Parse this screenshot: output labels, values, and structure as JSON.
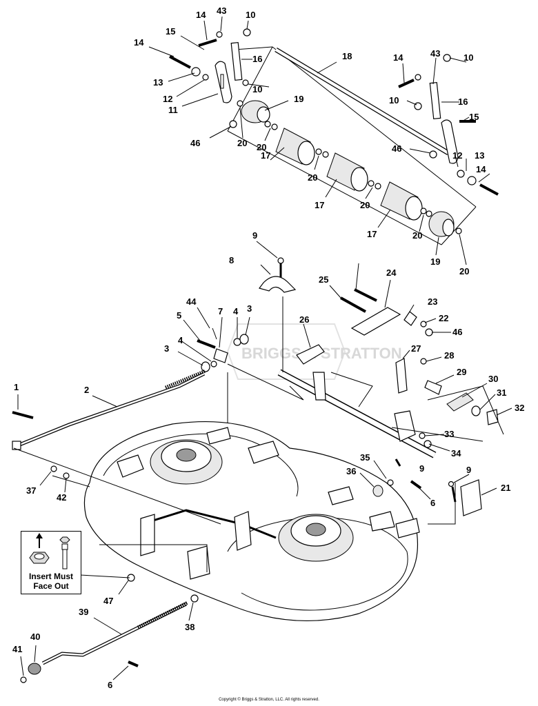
{
  "callouts": {
    "c1": "1",
    "c2": "2",
    "c3a": "3",
    "c3b": "3",
    "c4a": "4",
    "c4b": "4",
    "c5": "5",
    "c6a": "6",
    "c6b": "6",
    "c7": "7",
    "c8": "8",
    "c9a": "9",
    "c9b": "9",
    "c9c": "9",
    "c10a": "10",
    "c10b": "10",
    "c10c": "10",
    "c10d": "10",
    "c11": "11",
    "c12a": "12",
    "c12b": "12",
    "c13a": "13",
    "c13b": "13",
    "c14a": "14",
    "c14b": "14",
    "c14c": "14",
    "c14d": "14",
    "c15a": "15",
    "c15b": "15",
    "c16a": "16",
    "c16b": "16",
    "c17a": "17",
    "c17b": "17",
    "c17c": "17",
    "c18": "18",
    "c19a": "19",
    "c19b": "19",
    "c20a": "20",
    "c20b": "20",
    "c20c": "20",
    "c20d": "20",
    "c20e": "20",
    "c20f": "20",
    "c21": "21",
    "c22": "22",
    "c23": "23",
    "c24": "24",
    "c25": "25",
    "c26": "26",
    "c27": "27",
    "c28": "28",
    "c29": "29",
    "c30": "30",
    "c31": "31",
    "c32": "32",
    "c33": "33",
    "c34": "34",
    "c35": "35",
    "c36": "36",
    "c37": "37",
    "c38": "38",
    "c39": "39",
    "c40": "40",
    "c41": "41",
    "c42": "42",
    "c43a": "43",
    "c43b": "43",
    "c44": "44",
    "c46a": "46",
    "c46b": "46",
    "c46c": "46",
    "c47": "47"
  },
  "inset": {
    "label": "Insert Must\nFace Out"
  },
  "watermark": "BRIGGS & STRATTON",
  "copyright": "Copyright © Briggs & Stratton, LLC. All rights reserved."
}
